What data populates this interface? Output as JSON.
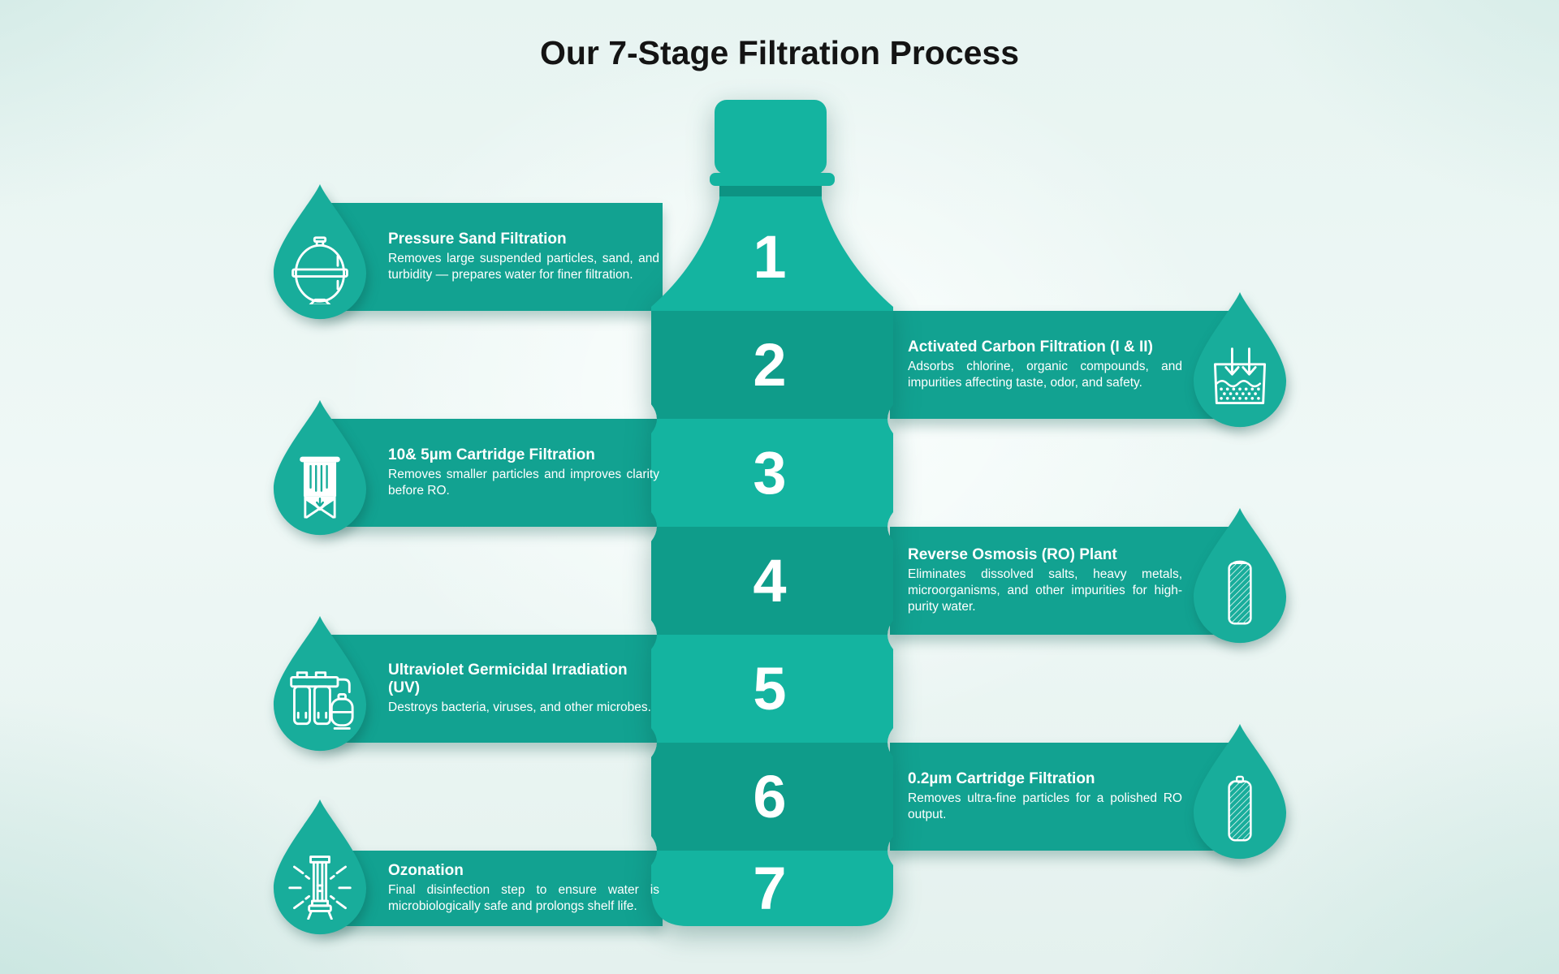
{
  "title": "Our 7-Stage Filtration Process",
  "colors": {
    "band": "#12A291",
    "droplet": "#18AD9B",
    "bottle": "#14B4A0",
    "bottle_shaded_segment": "#0F9C8A",
    "title_text": "#141414",
    "stage_text": "#FFFFFF",
    "background_tint": "#E7F4F1"
  },
  "stages": [
    {
      "number": "1",
      "side": "left",
      "icon": "pressure-sand-filter-icon",
      "title": "Pressure Sand Filtration",
      "description": "Removes large suspended particles, sand, and turbidity — prepares water for finer filtration."
    },
    {
      "number": "2",
      "side": "right",
      "icon": "carbon-adsorption-icon",
      "title": "Activated Carbon Filtration (I & II)",
      "description": "Adsorbs chlorine, organic compounds, and impurities affecting taste, odor, and safety."
    },
    {
      "number": "3",
      "side": "left",
      "icon": "cartridge-silo-icon",
      "title": "10& 5µm Cartridge Filtration",
      "description": "Removes smaller particles and improves clarity before RO."
    },
    {
      "number": "4",
      "side": "right",
      "icon": "ro-membrane-icon",
      "title": "Reverse Osmosis (RO) Plant",
      "description": "Eliminates dissolved salts, heavy metals, microorganisms, and other impurities for high-purity water."
    },
    {
      "number": "5",
      "side": "left",
      "icon": "uv-purifier-icon",
      "title": "Ultraviolet Germicidal Irradiation (UV)",
      "description": "Destroys bacteria, viruses, and other microbes."
    },
    {
      "number": "6",
      "side": "right",
      "icon": "fine-cartridge-icon",
      "title": "0.2µm Cartridge Filtration",
      "description": "Removes ultra-fine particles for a polished RO output."
    },
    {
      "number": "7",
      "side": "left",
      "icon": "ozone-lamp-icon",
      "title": "Ozonation",
      "description": "Final disinfection step to ensure water is microbiologically safe and prolongs shelf life."
    }
  ]
}
